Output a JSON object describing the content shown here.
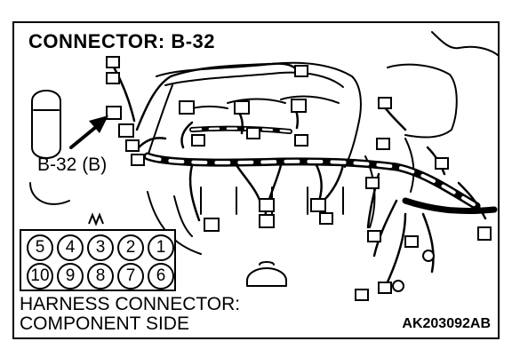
{
  "title": "CONNECTOR: B-32",
  "callout_label": "B-32 (B)",
  "connector_pins": {
    "top_row": [
      "5",
      "4",
      "3",
      "2",
      "1"
    ],
    "bottom_row": [
      "10",
      "9",
      "8",
      "7",
      "6"
    ]
  },
  "caption_line1": "HARNESS CONNECTOR:",
  "caption_line2": "COMPONENT SIDE",
  "drawing_code": "AK203092AB"
}
